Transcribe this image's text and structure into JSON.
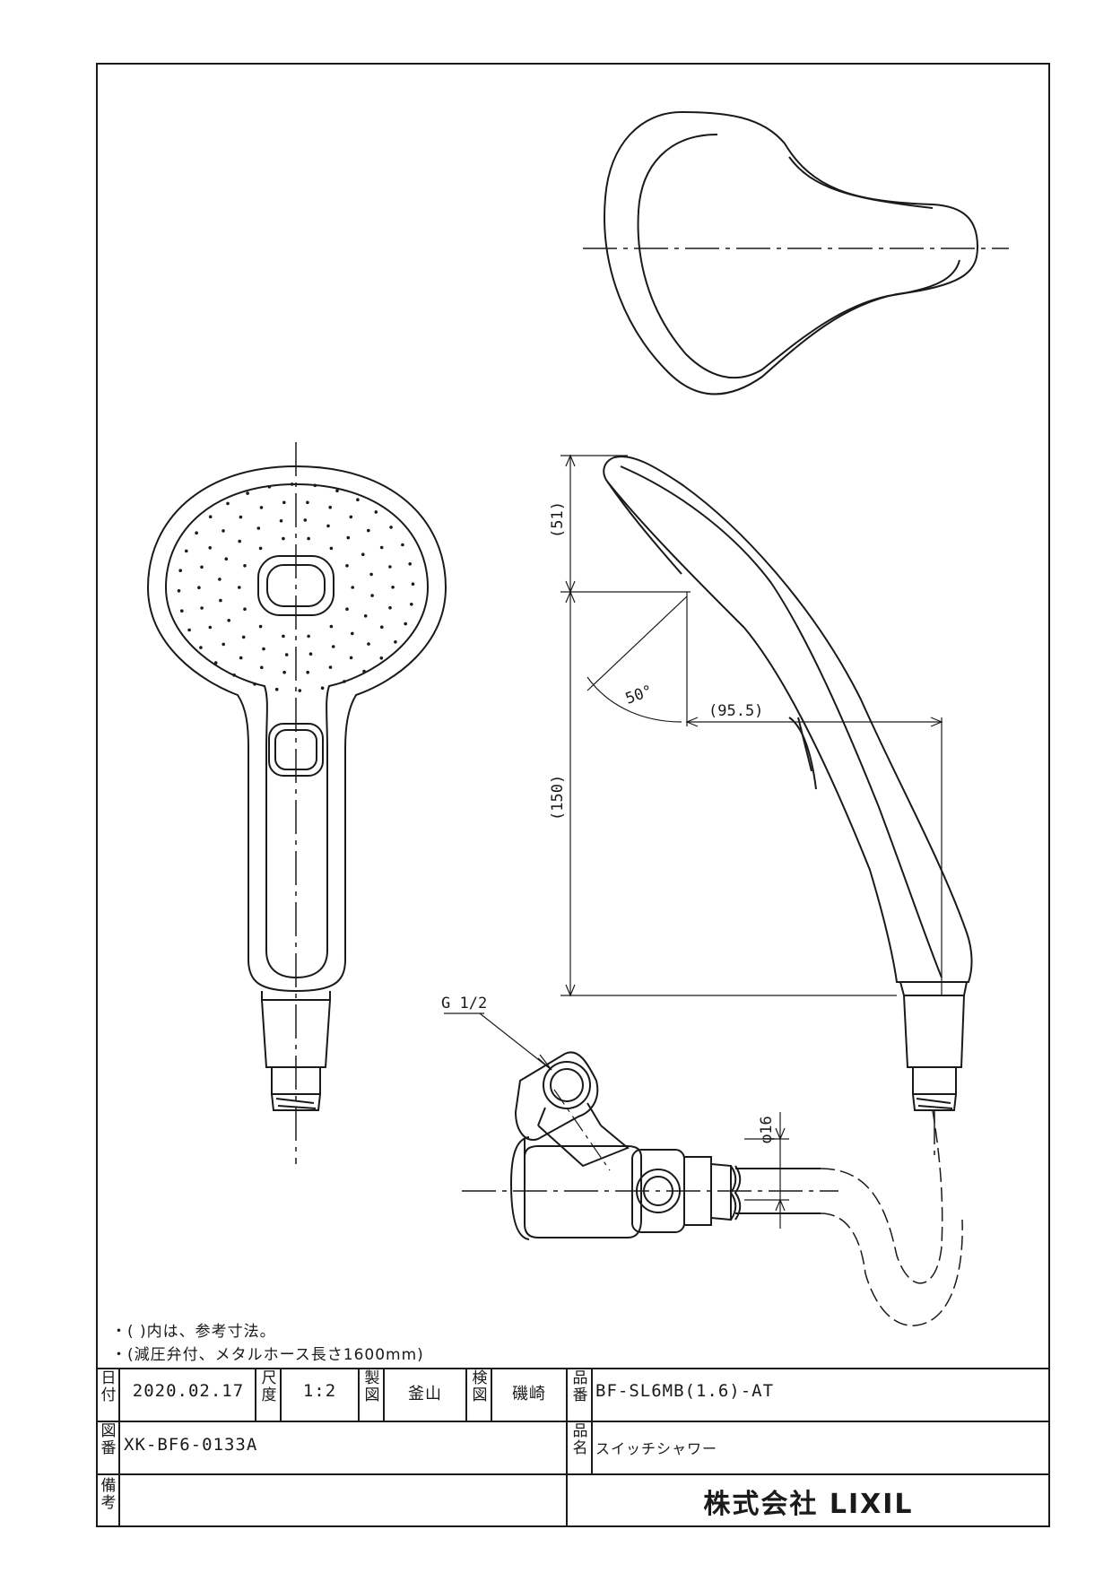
{
  "notes": {
    "line1": "・( )内は、参考寸法。",
    "line2": "・(減圧弁付、メタルホース長さ1600mm)"
  },
  "dimensions": {
    "d51": "(51)",
    "d150": "(150)",
    "d95": "(95.5)",
    "angle": "50°",
    "thread": "G 1/2",
    "diameter": "φ16"
  },
  "title_block": {
    "date_label": "日付",
    "date": "2020.02.17",
    "scale_label": "尺度",
    "scale": "1:2",
    "drawn_label": "製図",
    "drawn_by": "釜山",
    "checked_label": "検図",
    "checked_by": "磯崎",
    "part_no_label": "品番",
    "part_no": "BF-SL6MB(1.6)-AT",
    "drawing_no_label": "図番",
    "drawing_no": "XK-BF6-0133A",
    "part_name_label": "品名",
    "part_name": "スイッチシャワー",
    "remarks_label": "備考",
    "company": "株式会社 LIXIL"
  }
}
